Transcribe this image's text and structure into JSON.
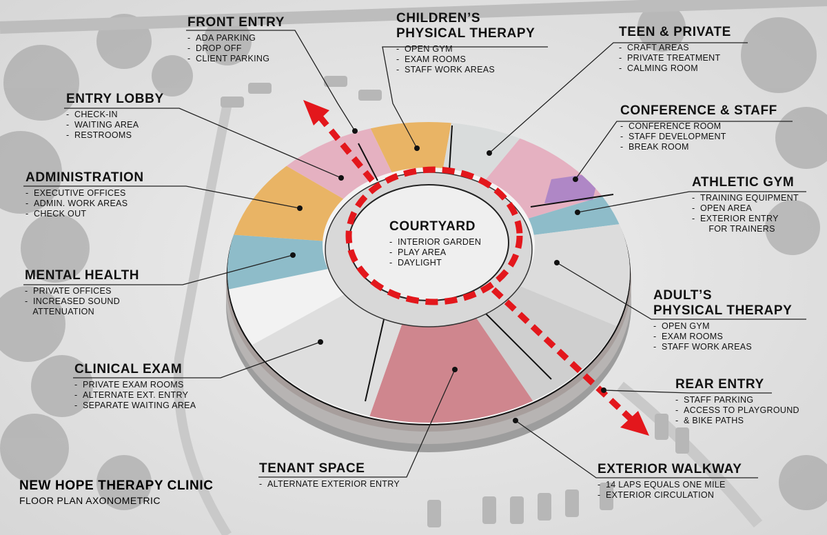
{
  "labels": {
    "front_entry": {
      "title": "FRONT ENTRY",
      "items": [
        "ADA PARKING",
        "DROP OFF",
        "CLIENT PARKING"
      ]
    },
    "childrens_pt": {
      "title_line1": "CHILDREN’S",
      "title_line2": "PHYSICAL THERAPY",
      "items": [
        "OPEN GYM",
        "EXAM ROOMS",
        "STAFF WORK AREAS"
      ]
    },
    "teen_private": {
      "title": "TEEN & PRIVATE",
      "items": [
        "CRAFT AREAS",
        "PRIVATE TREATMENT",
        "CALMING ROOM"
      ]
    },
    "entry_lobby": {
      "title": "ENTRY LOBBY",
      "items": [
        "CHECK-IN",
        "WAITING AREA",
        "RESTROOMS"
      ]
    },
    "conference_staff": {
      "title": "CONFERENCE & STAFF",
      "items": [
        "CONFERENCE ROOM",
        "STAFF DEVELOPMENT",
        "BREAK ROOM"
      ]
    },
    "administration": {
      "title": "ADMINISTRATION",
      "items": [
        "EXECUTIVE OFFICES",
        "ADMIN. WORK AREAS",
        "CHECK OUT"
      ]
    },
    "athletic_gym": {
      "title": "ATHLETIC GYM",
      "items": [
        "TRAINING EQUIPMENT",
        "OPEN AREA",
        "EXTERIOR ENTRY",
        "FOR TRAINERS"
      ]
    },
    "courtyard": {
      "title": "COURTYARD",
      "items": [
        "INTERIOR GARDEN",
        "PLAY AREA",
        "DAYLIGHT"
      ]
    },
    "mental_health": {
      "title": "MENTAL HEALTH",
      "items": [
        "PRIVATE OFFICES",
        "INCREASED SOUND",
        "ATTENUATION"
      ]
    },
    "adults_pt": {
      "title_line1": "ADULT’S",
      "title_line2": "PHYSICAL THERAPY",
      "items": [
        "OPEN GYM",
        "EXAM ROOMS",
        "STAFF WORK AREAS"
      ]
    },
    "clinical_exam": {
      "title": "CLINICAL EXAM",
      "items": [
        "PRIVATE EXAM ROOMS",
        "ALTERNATE EXT. ENTRY",
        "SEPARATE WAITING AREA"
      ]
    },
    "rear_entry": {
      "title": "REAR ENTRY",
      "items": [
        "STAFF PARKING",
        "ACCESS TO PLAYGROUND",
        "& BIKE PATHS"
      ]
    },
    "tenant_space": {
      "title": "TENANT SPACE",
      "items": [
        "ALTERNATE EXTERIOR ENTRY"
      ]
    },
    "exterior_walkway": {
      "title": "EXTERIOR WALKWAY",
      "items": [
        "14 LAPS EQUALS ONE MILE",
        "EXTERIOR CIRCULATION"
      ]
    }
  },
  "project": {
    "name": "NEW HOPE THERAPY CLINIC",
    "subtitle": "FLOOR PLAN AXONOMETRIC"
  },
  "colors": {
    "orange_zone": "#e8a94c",
    "pink_zone": "#e3a6b8",
    "blue_zone": "#7db3c2",
    "purple_zone": "#a983c6",
    "tenant_zone": "#c9737c",
    "walkway_arrow": "#e3171c",
    "leader_line": "#222222"
  }
}
